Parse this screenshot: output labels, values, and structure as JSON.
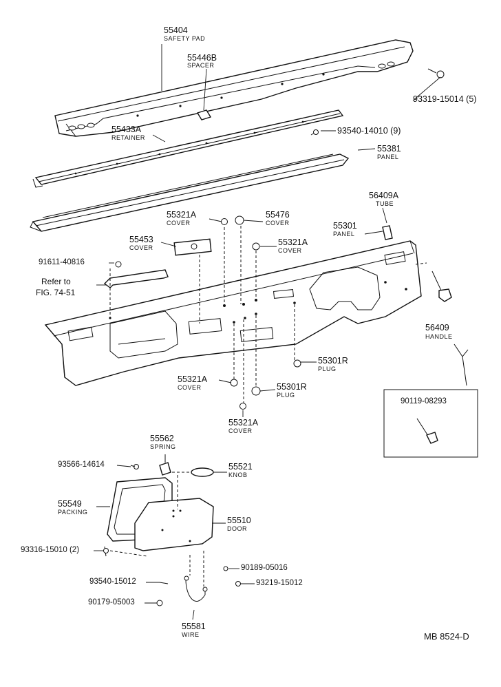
{
  "diagram": {
    "code": "MB  8524-D",
    "reference": {
      "line1": "Refer to",
      "line2": "FIG. 74-51"
    },
    "parts": [
      {
        "id": "p55404",
        "number": "55404",
        "name": "SAFETY PAD"
      },
      {
        "id": "p55446b",
        "number": "55446B",
        "name": "SPACER"
      },
      {
        "id": "p93319",
        "number": "93319-15014 (5)",
        "name": ""
      },
      {
        "id": "p55433a",
        "number": "55433A",
        "name": "RETAINER"
      },
      {
        "id": "p93540a",
        "number": "93540-14010 (9)",
        "name": ""
      },
      {
        "id": "p55381",
        "number": "55381",
        "name": "PANEL"
      },
      {
        "id": "p56409a",
        "number": "56409A",
        "name": "TUBE"
      },
      {
        "id": "p55321a1",
        "number": "55321A",
        "name": "COVER"
      },
      {
        "id": "p55476",
        "number": "55476",
        "name": "COVER"
      },
      {
        "id": "p55301",
        "number": "55301",
        "name": "PANEL"
      },
      {
        "id": "p55453",
        "number": "55453",
        "name": "COVER"
      },
      {
        "id": "p55321a2",
        "number": "55321A",
        "name": "COVER"
      },
      {
        "id": "p91611",
        "number": "91611-40816",
        "name": ""
      },
      {
        "id": "p56409",
        "number": "56409",
        "name": "HANDLE"
      },
      {
        "id": "p55301r1",
        "number": "55301R",
        "name": "PLUG"
      },
      {
        "id": "p55321a3",
        "number": "55321A",
        "name": "COVER"
      },
      {
        "id": "p55301r2",
        "number": "55301R",
        "name": "PLUG"
      },
      {
        "id": "p90119",
        "number": "90119-08293",
        "name": ""
      },
      {
        "id": "p55321a4",
        "number": "55321A",
        "name": "COVER"
      },
      {
        "id": "p55562",
        "number": "55562",
        "name": "SPRING"
      },
      {
        "id": "p93566",
        "number": "93566-14614",
        "name": ""
      },
      {
        "id": "p55521",
        "number": "55521",
        "name": "KNOB"
      },
      {
        "id": "p55549",
        "number": "55549",
        "name": "PACKING"
      },
      {
        "id": "p55510",
        "number": "55510",
        "name": "DOOR"
      },
      {
        "id": "p93316",
        "number": "93316-15010 (2)",
        "name": ""
      },
      {
        "id": "p90189",
        "number": "90189-05016",
        "name": ""
      },
      {
        "id": "p93540b",
        "number": "93540-15012",
        "name": ""
      },
      {
        "id": "p93219",
        "number": "93219-15012",
        "name": ""
      },
      {
        "id": "p90179",
        "number": "90179-05003",
        "name": ""
      },
      {
        "id": "p55581",
        "number": "55581",
        "name": "WIRE"
      }
    ]
  }
}
